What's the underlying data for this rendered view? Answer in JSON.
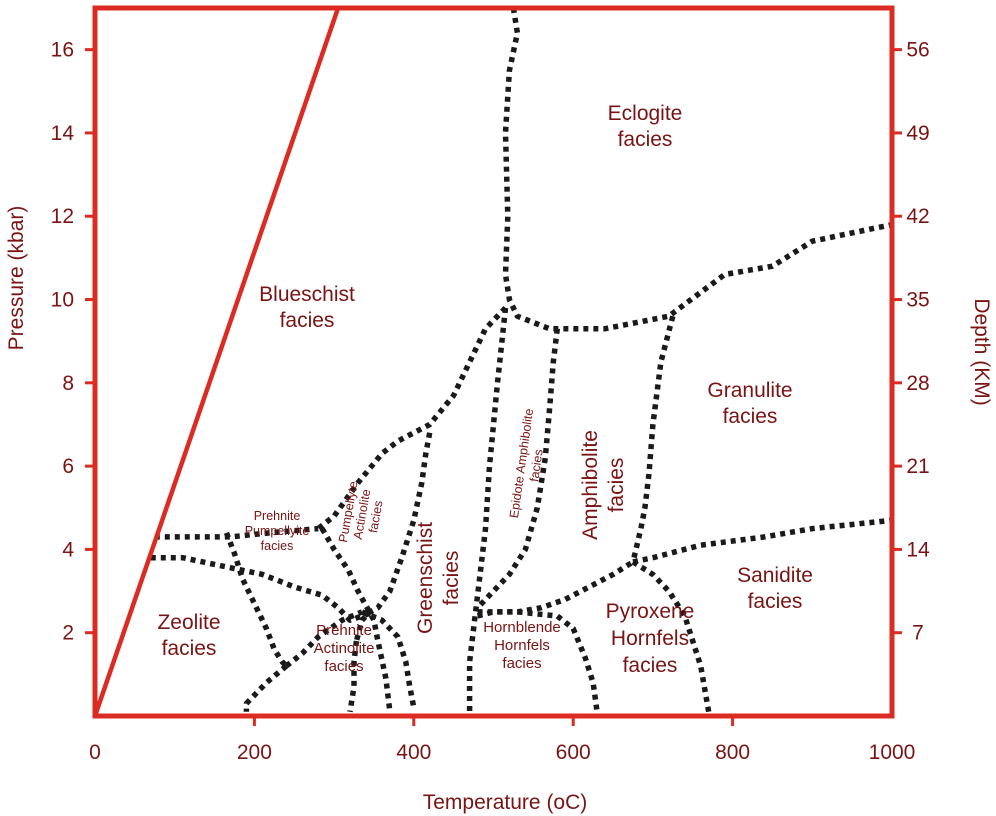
{
  "chart_data": {
    "type": "line",
    "xlabel": "Temperature (oC)",
    "ylabel": "Pressure (kbar)",
    "y2label": "Depth (KM)",
    "xlim": [
      0,
      1000
    ],
    "ylim": [
      0,
      17
    ],
    "x_ticks": [
      0,
      200,
      400,
      600,
      800,
      1000
    ],
    "y_ticks": [
      2,
      4,
      6,
      8,
      10,
      12,
      14,
      16
    ],
    "y2_ticks": [
      {
        "pressure": 2,
        "label": "7"
      },
      {
        "pressure": 4,
        "label": "14"
      },
      {
        "pressure": 6,
        "label": "21"
      },
      {
        "pressure": 8,
        "label": "28"
      },
      {
        "pressure": 10,
        "label": "35"
      },
      {
        "pressure": 12,
        "label": "42"
      },
      {
        "pressure": 14,
        "label": "49"
      },
      {
        "pressure": 16,
        "label": "56"
      }
    ],
    "colors": {
      "axis": "#dc2b22",
      "text": "#7a1414",
      "boundary": "#1a1a1a"
    },
    "limit_line": {
      "x": [
        0,
        305
      ],
      "y": [
        0,
        17
      ]
    },
    "boundaries": [
      {
        "x": [
          525,
          530,
          520,
          515,
          518,
          515,
          520,
          530,
          570,
          640,
          720,
          790,
          850,
          900,
          1000
        ],
        "y": [
          17,
          16.4,
          15.5,
          14.0,
          12.0,
          10.6,
          10.0,
          9.6,
          9.3,
          9.3,
          9.6,
          10.6,
          10.8,
          11.4,
          11.8
        ]
      },
      {
        "x": [
          515,
          490,
          470,
          450,
          420,
          400,
          380,
          360,
          330,
          300,
          280
        ],
        "y": [
          9.8,
          9.3,
          8.5,
          7.7,
          7.0,
          6.8,
          6.6,
          6.3,
          5.6,
          4.8,
          4.5
        ]
      },
      {
        "x": [
          75,
          120,
          170,
          220,
          280
        ],
        "y": [
          4.3,
          4.3,
          4.3,
          4.4,
          4.5
        ]
      },
      {
        "x": [
          70,
          110,
          160,
          210,
          250,
          285,
          305,
          320,
          350
        ],
        "y": [
          3.8,
          3.8,
          3.6,
          3.4,
          3.1,
          2.9,
          2.6,
          2.3,
          2.5
        ]
      },
      {
        "x": [
          165,
          175,
          185,
          200,
          215,
          225,
          235,
          240
        ],
        "y": [
          4.4,
          3.9,
          3.3,
          2.7,
          2.1,
          1.6,
          1.3,
          1.2
        ]
      },
      {
        "x": [
          285,
          300,
          318,
          330,
          350,
          355,
          365,
          370
        ],
        "y": [
          4.5,
          4.0,
          3.5,
          3.0,
          2.3,
          1.8,
          0.9,
          0.1
        ]
      },
      {
        "x": [
          335,
          360,
          380,
          390,
          395,
          400
        ],
        "y": [
          2.5,
          2.3,
          1.9,
          1.3,
          0.7,
          0.2
        ]
      },
      {
        "x": [
          240,
          215,
          200,
          190,
          190
        ],
        "y": [
          1.2,
          0.8,
          0.5,
          0.3,
          0.1
        ]
      },
      {
        "x": [
          240,
          260,
          280,
          310,
          335
        ],
        "y": [
          1.2,
          1.5,
          1.9,
          2.3,
          2.5
        ]
      },
      {
        "x": [
          328,
          325,
          325,
          320
        ],
        "y": [
          1.8,
          1.3,
          0.7,
          0.1
        ]
      },
      {
        "x": [
          420,
          415,
          410,
          400,
          385,
          370,
          355,
          345,
          335,
          328
        ],
        "y": [
          6.8,
          6.3,
          5.6,
          4.7,
          3.8,
          3.0,
          2.6,
          2.5,
          2.3,
          1.8
        ]
      },
      {
        "x": [
          515,
          505,
          500,
          495,
          490,
          480,
          470,
          470
        ],
        "y": [
          9.8,
          8.0,
          7.0,
          6.0,
          4.5,
          2.9,
          1.3,
          0.1
        ]
      },
      {
        "x": [
          580,
          575,
          570,
          565,
          555,
          540,
          520,
          500,
          480
        ],
        "y": [
          9.3,
          8.5,
          7.3,
          6.2,
          5.0,
          4.0,
          3.4,
          3.0,
          2.6
        ]
      },
      {
        "x": [
          725,
          710,
          700,
          695,
          690,
          685,
          675
        ],
        "y": [
          9.6,
          8.5,
          7.0,
          5.8,
          5.0,
          4.5,
          3.7
        ]
      },
      {
        "x": [
          480,
          500,
          530,
          560,
          590,
          620,
          650,
          675
        ],
        "y": [
          2.4,
          2.5,
          2.5,
          2.6,
          2.8,
          3.1,
          3.4,
          3.7
        ]
      },
      {
        "x": [
          675,
          700,
          760,
          840,
          900,
          1000
        ],
        "y": [
          3.7,
          3.8,
          4.1,
          4.3,
          4.5,
          4.7
        ]
      },
      {
        "x": [
          675,
          700,
          720,
          740,
          760,
          770
        ],
        "y": [
          3.7,
          3.4,
          3.0,
          2.4,
          1.2,
          0.1
        ]
      },
      {
        "x": [
          480,
          530,
          580,
          600,
          615,
          625,
          630
        ],
        "y": [
          2.5,
          2.5,
          2.4,
          2.1,
          1.4,
          0.8,
          0.1
        ]
      }
    ],
    "facies": [
      {
        "name": "Eclogite facies",
        "lines": [
          "Eclogite",
          "facies"
        ]
      },
      {
        "name": "Blueschist facies",
        "lines": [
          "Blueschist",
          "facies"
        ]
      },
      {
        "name": "Granulite facies",
        "lines": [
          "Granulite",
          "facies"
        ]
      },
      {
        "name": "Amphibolite facies",
        "lines": [
          "Amphibolite",
          "facies"
        ]
      },
      {
        "name": "Epidote Amphibolite facies",
        "lines": [
          "Epidote Amphibolite",
          "facies"
        ]
      },
      {
        "name": "Greenschist facies",
        "lines": [
          "Greenschist",
          "facies"
        ]
      },
      {
        "name": "Pumpellyte Actinolite facies",
        "lines": [
          "Pumpellyte",
          "Actinolite",
          "facies"
        ]
      },
      {
        "name": "Prehnite Pumpellyite facies",
        "lines": [
          "Prehnite",
          "Pumpellyite",
          "facies"
        ]
      },
      {
        "name": "Zeolite facies",
        "lines": [
          "Zeolite",
          "facies"
        ]
      },
      {
        "name": "Prehnite Actinolite facies",
        "lines": [
          "Prehnite",
          "Actinolite",
          "facies"
        ]
      },
      {
        "name": "Hornblende Hornfels facies",
        "lines": [
          "Hornblende",
          "Hornfels",
          "facies"
        ]
      },
      {
        "name": "Pyroxene Hornfels facies",
        "lines": [
          "Pyroxene",
          "Hornfels",
          "facies"
        ]
      },
      {
        "name": "Sanidite facies",
        "lines": [
          "Sanidite",
          "facies"
        ]
      }
    ]
  }
}
